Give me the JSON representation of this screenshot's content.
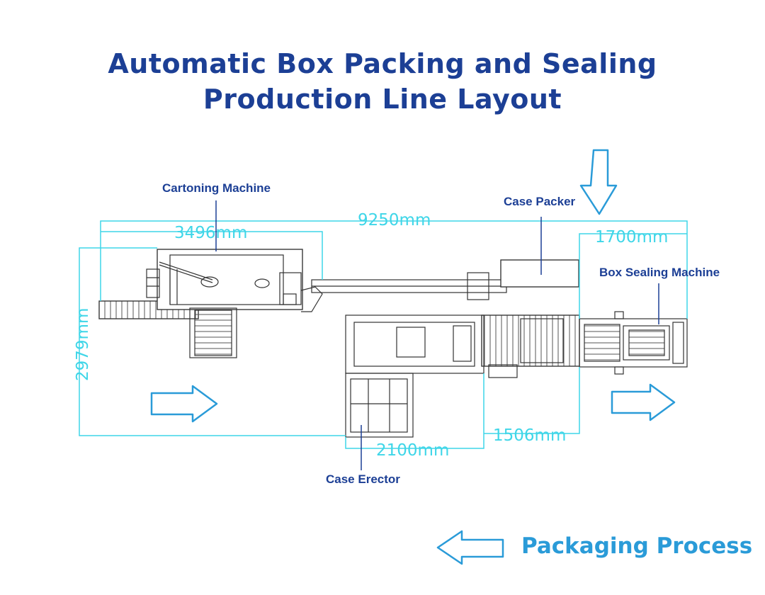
{
  "title": {
    "line1": "Automatic Box Packing and Sealing",
    "line2": "Production Line Layout"
  },
  "machines": {
    "cartoning": "Cartoning Machine",
    "case_packer": "Case Packer",
    "box_sealing": "Box Sealing Machine",
    "case_erector": "Case Erector"
  },
  "dimensions": {
    "total_length": "9250mm",
    "cartoning_length": "3496mm",
    "sealer_length": "1700mm",
    "line_width": "2979mm",
    "erector_width": "2100mm",
    "packer_gap": "1506mm"
  },
  "legend": {
    "label": "Packaging Process",
    "arrow_icon": "flow-arrow-icon"
  },
  "colors": {
    "title": "#1c3f95",
    "dimension": "#3fd6e8",
    "arrow": "#2a9bd8",
    "drawing": "#333333"
  }
}
